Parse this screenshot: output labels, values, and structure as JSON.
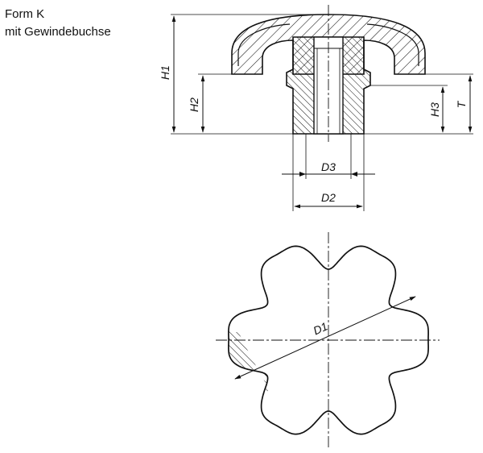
{
  "caption": {
    "line1": "Form K",
    "line2": "mit Gewindebuchse"
  },
  "dimensions": {
    "h1": "H1",
    "h2": "H2",
    "h3": "H3",
    "t": "T",
    "d1": "D1",
    "d2": "D2",
    "d3": "D3"
  },
  "colors": {
    "line": "#111111",
    "background": "#ffffff"
  }
}
